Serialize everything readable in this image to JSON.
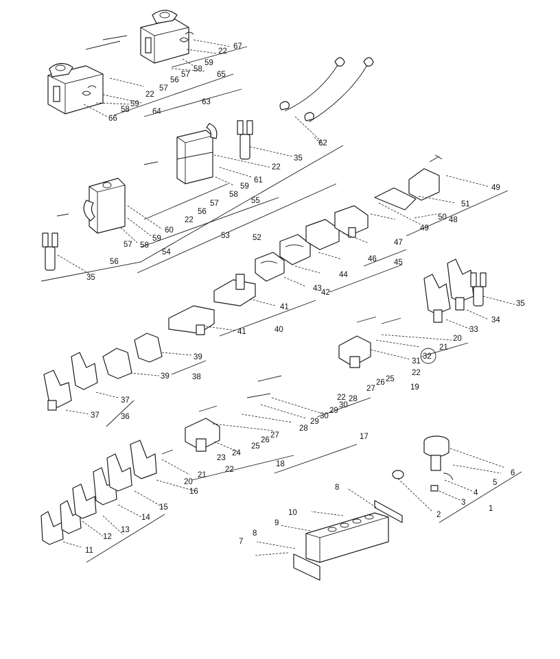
{
  "diagram": {
    "callouts": [
      "1",
      "2",
      "3",
      "4",
      "5",
      "6",
      "7",
      "8",
      "8",
      "9",
      "10",
      "11",
      "12",
      "13",
      "14",
      "15",
      "16",
      "17",
      "18",
      "19",
      "20",
      "20",
      "21",
      "21",
      "22",
      "22",
      "22",
      "22",
      "22",
      "22",
      "22",
      "23",
      "24",
      "25",
      "25",
      "26",
      "26",
      "27",
      "27",
      "28",
      "28",
      "29",
      "29",
      "30",
      "30",
      "31",
      "32",
      "33",
      "34",
      "35",
      "35",
      "35",
      "36",
      "37",
      "37",
      "38",
      "39",
      "39",
      "40",
      "41",
      "41",
      "42",
      "43",
      "44",
      "45",
      "46",
      "47",
      "48",
      "49",
      "49",
      "50",
      "51",
      "52",
      "53",
      "54",
      "55",
      "56",
      "56",
      "56",
      "57",
      "57",
      "57",
      "57",
      "58",
      "58",
      "58",
      "58",
      "59",
      "59",
      "59",
      "59",
      "60",
      "61",
      "62",
      "63",
      "64",
      "65",
      "66",
      "67"
    ]
  }
}
